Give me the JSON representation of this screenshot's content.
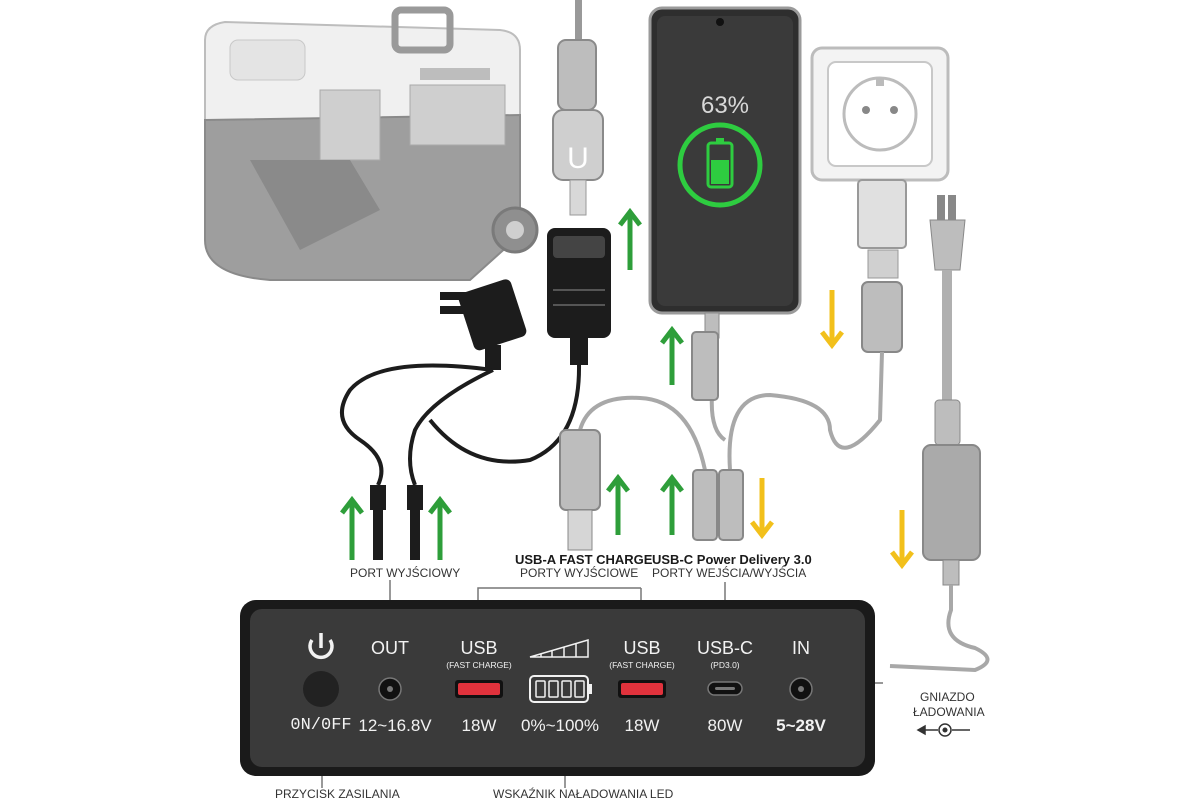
{
  "phone": {
    "battery_percent_text": "63%"
  },
  "captions": {
    "port_output": "PORT WYJŚCIOWY",
    "usb_a_title": "USB-A FAST CHARGE",
    "usb_a_sub": "PORTY WYJŚCIOWE",
    "usb_c_title": "USB-C Power Delivery 3.0",
    "usb_c_sub": "PORTY WEJŚCIA/WYJŚCIA",
    "charging_socket_line1": "GNIAZDO",
    "charging_socket_line2": "ŁADOWANIA",
    "power_button": "PRZYCISK ZASILANIA",
    "led_indicator": "WSKAŹNIK NAŁADOWANIA LED"
  },
  "panel": {
    "out_label": "OUT",
    "usb_left_label": "USB",
    "usb_left_sub": "(FAST CHARGE)",
    "usb_right_label": "USB",
    "usb_right_sub": "(FAST CHARGE)",
    "usbc_label": "USB-C",
    "usbc_sub": "(PD3.0)",
    "in_label": "IN",
    "onoff_value": "0N/0FF",
    "out_value": "12~16.8V",
    "usb_left_value": "18W",
    "battery_value": "0%~100%",
    "usb_right_value": "18W",
    "usbc_value": "80W",
    "in_value": "5~28V"
  },
  "colors": {
    "arrow_in": "#2e9e3a",
    "arrow_out": "#f2c01b",
    "panel_bg": "#2b2b2b",
    "usb_port_red": "#e0323c",
    "phone_ring": "#2ecc40"
  }
}
